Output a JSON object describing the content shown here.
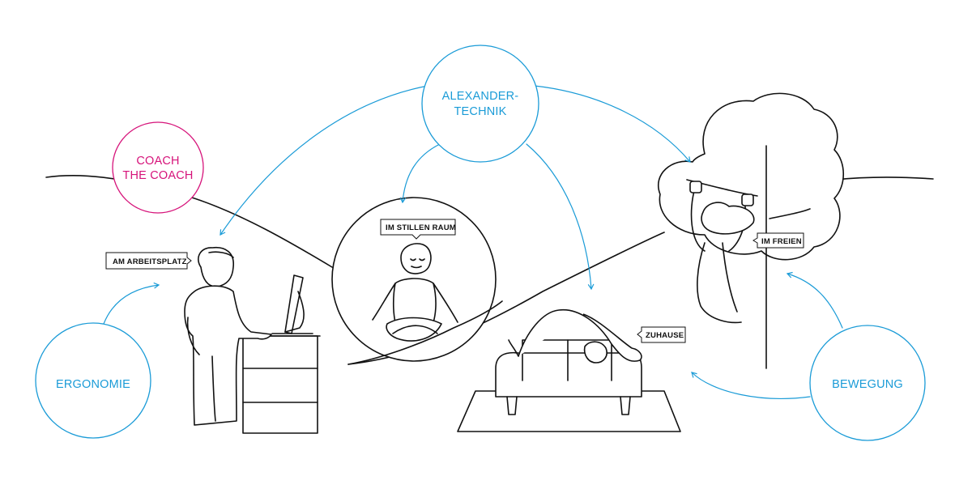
{
  "colors": {
    "accent_blue": "#1a9bd7",
    "accent_magenta": "#d6137a",
    "ink": "#111111"
  },
  "circles": {
    "alexander": {
      "line1": "ALEXANDER-",
      "line2": "TECHNIK"
    },
    "coach": {
      "line1": "COACH",
      "line2": "THE COACH"
    },
    "ergonomie": {
      "label": "ERGONOMIE"
    },
    "bewegung": {
      "label": "BEWEGUNG"
    }
  },
  "tags": {
    "arbeitsplatz": "AM ARBEITSPLATZ",
    "stillen_raum": "IM STILLEN RAUM",
    "zuhause": "ZUHAUSE",
    "freien": "IM FREIEN"
  }
}
